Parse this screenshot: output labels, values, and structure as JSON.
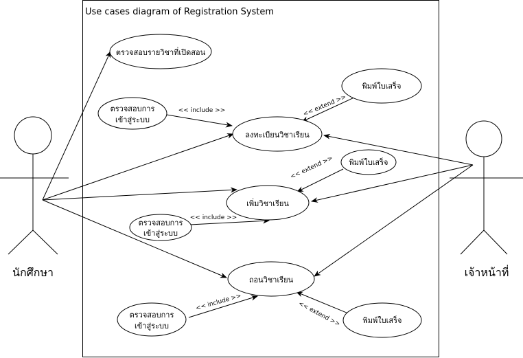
{
  "system": {
    "title": "Use cases diagram of Registration System"
  },
  "actors": {
    "student": "นักศึกษา",
    "staff": "เจ้าหน้าที่"
  },
  "use_cases": {
    "check_open_courses": "ตรวจสอบรายวิชาที่เปิดสอน",
    "login_1_line1": "ตรวจสอบการ",
    "login_1_line2": "เข้าสู่ระบบ",
    "register": "ลงทะเบียนวิชาเรียน",
    "print_receipt_1": "พิมพ์ใบเสร็จ",
    "print_receipt_2": "พิมพ์ใบเสร็จ",
    "add_course": "เพิ่มวิชาเรียน",
    "login_2_line1": "ตรวจสอบการ",
    "login_2_line2": "เข้าสู่ระบบ",
    "drop_course": "ถอนวิชาเรียน",
    "login_3_line1": "ตรวจสอบการ",
    "login_3_line2": "เข้าสู่ระบบ",
    "print_receipt_3": "พิมพ์ใบเสร็จ"
  },
  "relations": {
    "include_1": "<< include >>",
    "extend_1": "<< extend >>",
    "extend_2": "<< extend >>",
    "include_2": "<< include >>",
    "include_3": "<< include >>",
    "extend_3": "<< extend >>"
  },
  "colors": {
    "stroke": "#000000",
    "background": "#ffffff"
  }
}
